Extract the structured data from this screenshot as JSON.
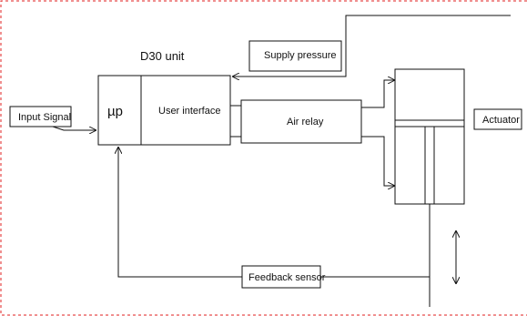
{
  "colors": {
    "frame": "#e02020",
    "line": "#111111",
    "background": "#ffffff"
  },
  "labels": {
    "unit_title": "D30 unit",
    "microprocessor": "µp",
    "user_interface": "User interface",
    "supply_pressure": "Supply pressure",
    "air_relay": "Air relay",
    "input_signal": "Input Signal",
    "actuator": "Actuator",
    "feedback_sensor": "Feedback sensor"
  }
}
